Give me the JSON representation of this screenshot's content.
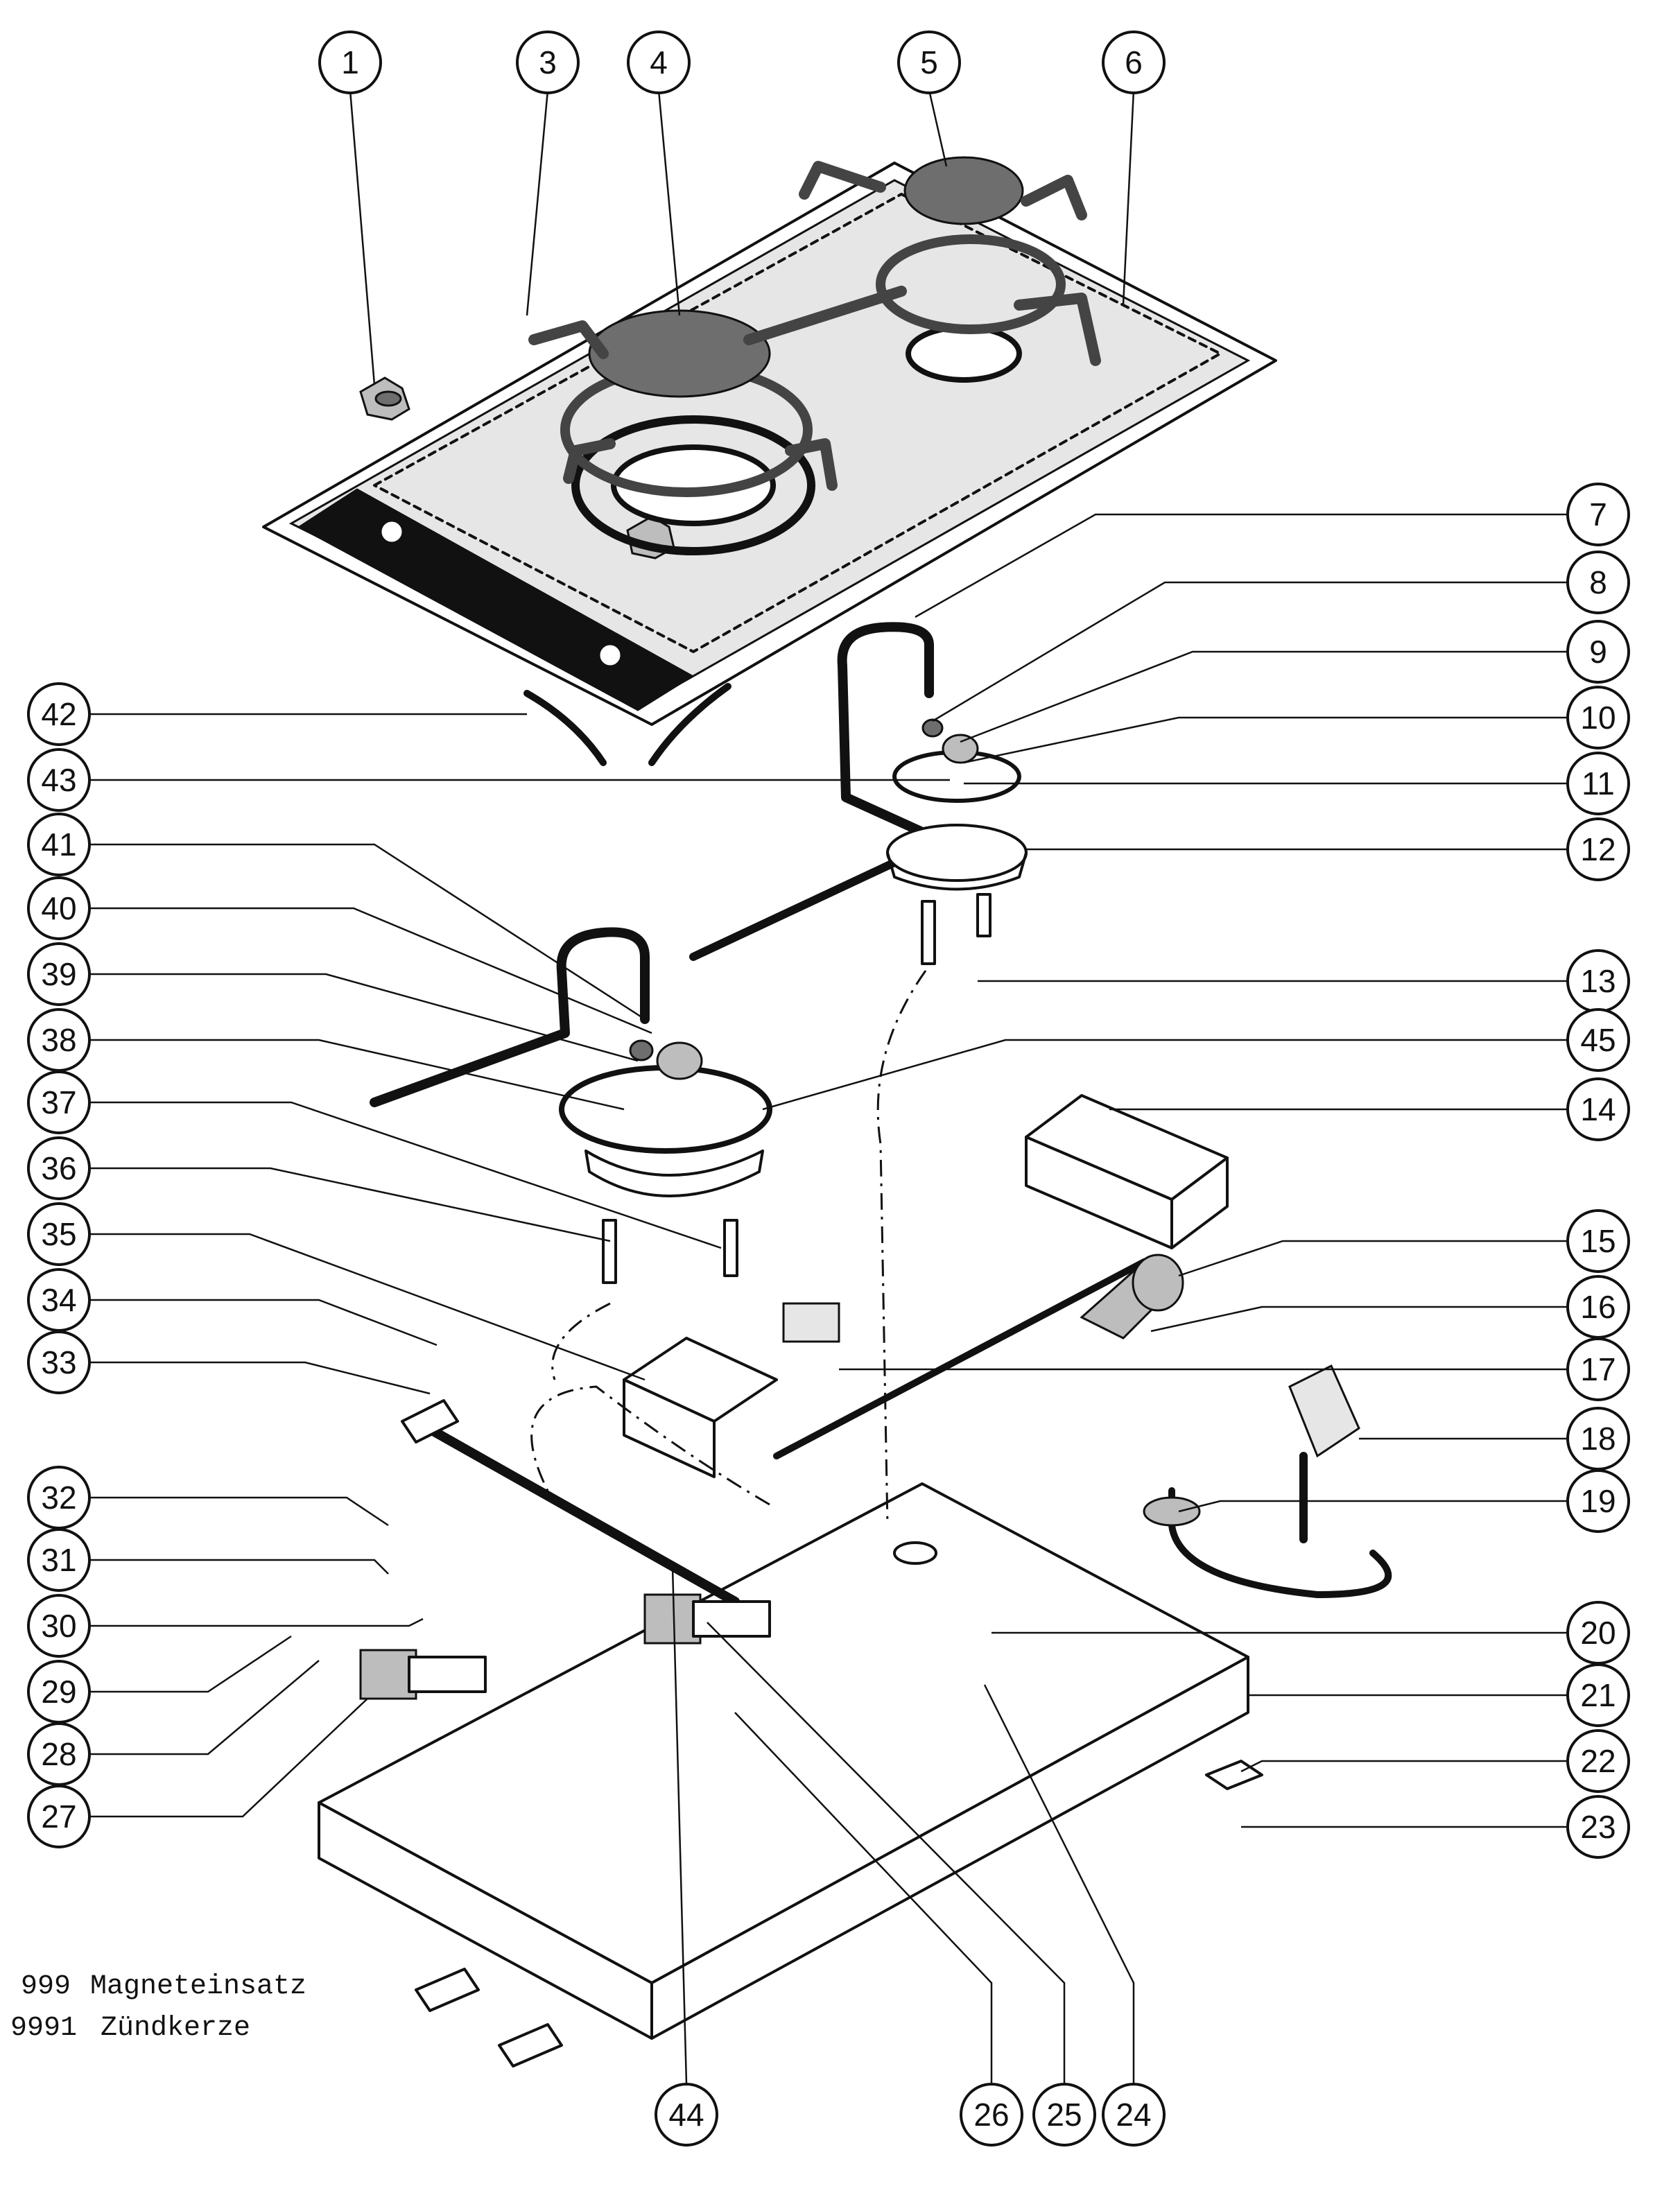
{
  "callouts": [
    {
      "number": "1"
    },
    {
      "number": "3"
    },
    {
      "number": "4"
    },
    {
      "number": "5"
    },
    {
      "number": "6"
    },
    {
      "number": "7"
    },
    {
      "number": "8"
    },
    {
      "number": "9"
    },
    {
      "number": "10"
    },
    {
      "number": "11"
    },
    {
      "number": "12"
    },
    {
      "number": "13"
    },
    {
      "number": "14"
    },
    {
      "number": "15"
    },
    {
      "number": "16"
    },
    {
      "number": "17"
    },
    {
      "number": "18"
    },
    {
      "number": "19"
    },
    {
      "number": "20"
    },
    {
      "number": "21"
    },
    {
      "number": "22"
    },
    {
      "number": "23"
    },
    {
      "number": "24"
    },
    {
      "number": "25"
    },
    {
      "number": "26"
    },
    {
      "number": "27"
    },
    {
      "number": "28"
    },
    {
      "number": "29"
    },
    {
      "number": "30"
    },
    {
      "number": "31"
    },
    {
      "number": "32"
    },
    {
      "number": "33"
    },
    {
      "number": "34"
    },
    {
      "number": "35"
    },
    {
      "number": "36"
    },
    {
      "number": "37"
    },
    {
      "number": "38"
    },
    {
      "number": "39"
    },
    {
      "number": "40"
    },
    {
      "number": "41"
    },
    {
      "number": "42"
    },
    {
      "number": "43"
    },
    {
      "number": "44"
    },
    {
      "number": "45"
    }
  ],
  "legend": [
    {
      "code": "999",
      "name": "Magneteinsatz"
    },
    {
      "code": "9991",
      "name": "Zündkerze"
    }
  ]
}
